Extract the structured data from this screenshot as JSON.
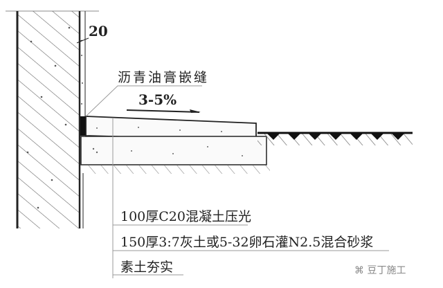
{
  "dimension": "20",
  "joint_label": "沥青油膏嵌缝",
  "slope": "3-5%",
  "layers": [
    "100厚C20混凝土压光",
    "150厚3:7灰土或5-32卵石灌N2.5混合砂浆",
    "素土夯实"
  ],
  "watermark": "豆丁施工"
}
